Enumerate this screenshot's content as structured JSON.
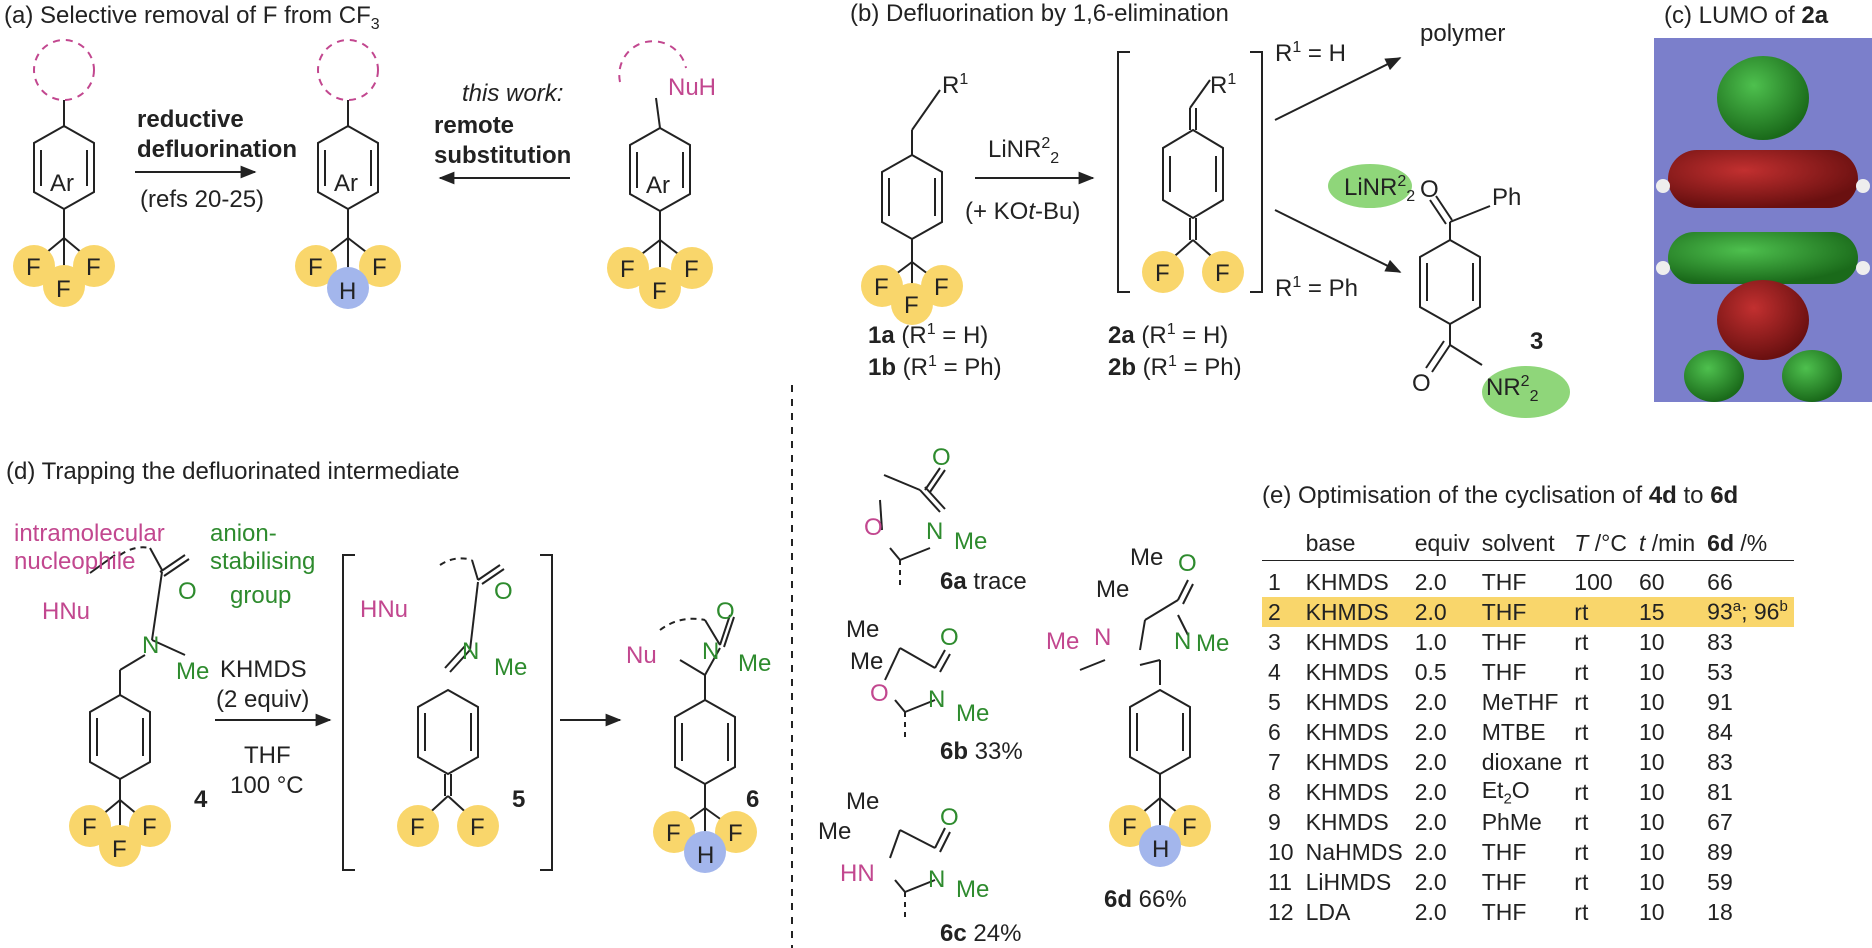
{
  "panels": {
    "a_title": "(a) Selective removal of F from CF",
    "a_title_sub": "3",
    "b_title": "(b) Defluorination by 1,6-elimination",
    "c_title": "(c) LUMO of ",
    "c_title_bold": "2a",
    "d_title": "(d) Trapping the defluorinated intermediate",
    "e_title": "(e) Optimisation of the cyclisation of ",
    "e_4d": "4d",
    "e_to": " to ",
    "e_6d": "6d"
  },
  "panel_a": {
    "ar": "Ar",
    "reductive": "reductive",
    "defluorination": "defluorination",
    "refs": "(refs 20-25)",
    "this_work": "this work:",
    "remote": "remote",
    "substitution": "substitution",
    "nuh": "NuH",
    "f": "F",
    "h": "H"
  },
  "panel_b": {
    "r1": "R",
    "sup1": "1",
    "reagent_main": "LiNR",
    "reagent_sup": "2",
    "reagent_sub": "2",
    "additive_pre": "(+ KO",
    "additive_it": "t",
    "additive_post": "-Bu)",
    "r1_h": " = H",
    "r1_ph": " = Ph",
    "polymer": "polymer",
    "ph": "Ph",
    "o": "O",
    "nr": "NR",
    "label_1a": "1a",
    "label_1b": "1b",
    "label_2a": "2a",
    "label_2b": "2b",
    "label_3": "3",
    "paren_h": " (R",
    "paren_h_end": " = H)",
    "paren_ph_end": " = Ph)"
  },
  "panel_d": {
    "intramolecular": "intramolecular",
    "nucleophile": "nucleophile",
    "anion": "anion-",
    "stabilising": "stabilising",
    "group": "group",
    "hnu": "HNu",
    "nu": "Nu",
    "n": "N",
    "me": "Me",
    "o": "O",
    "khmds": "KHMDS",
    "equiv2": "(2 equiv)",
    "thf": "THF",
    "temp": "100 °C",
    "label_4": "4",
    "label_5": "5",
    "label_6": "6"
  },
  "products": {
    "o": "O",
    "n": "N",
    "me": "Me",
    "hn": "HN",
    "6a_label": "6a",
    "6a_yield": " trace",
    "6b_label": "6b",
    "6b_yield": " 33%",
    "6c_label": "6c",
    "6c_yield": " 24%",
    "6d_label": "6d",
    "6d_yield": " 66%"
  },
  "table": {
    "headers": {
      "base": "base",
      "equiv": "equiv",
      "solvent": "solvent",
      "T_it": "T",
      "T_unit": " /°C",
      "t_it": "t",
      "t_unit": " /min",
      "yield_bold": "6d",
      "yield_unit": " /%"
    },
    "rows": [
      {
        "n": "1",
        "base": "KHMDS",
        "equiv": "2.0",
        "solvent": "THF",
        "T": "100",
        "t": "60",
        "y": "66"
      },
      {
        "n": "2",
        "base": "KHMDS",
        "equiv": "2.0",
        "solvent": "THF",
        "T": "rt",
        "t": "15",
        "y": "93",
        "ya": "a",
        "y2": "; 96",
        "yb": "b"
      },
      {
        "n": "3",
        "base": "KHMDS",
        "equiv": "1.0",
        "solvent": "THF",
        "T": "rt",
        "t": "10",
        "y": "83"
      },
      {
        "n": "4",
        "base": "KHMDS",
        "equiv": "0.5",
        "solvent": "THF",
        "T": "rt",
        "t": "10",
        "y": "53"
      },
      {
        "n": "5",
        "base": "KHMDS",
        "equiv": "2.0",
        "solvent": "MeTHF",
        "T": "rt",
        "t": "10",
        "y": "91"
      },
      {
        "n": "6",
        "base": "KHMDS",
        "equiv": "2.0",
        "solvent": "MTBE",
        "T": "rt",
        "t": "10",
        "y": "84"
      },
      {
        "n": "7",
        "base": "KHMDS",
        "equiv": "2.0",
        "solvent": "dioxane",
        "T": "rt",
        "t": "10",
        "y": "83"
      },
      {
        "n": "8",
        "base": "KHMDS",
        "equiv": "2.0",
        "solvent": "Et",
        "solvent_sub": "2",
        "solvent_post": "O",
        "T": "rt",
        "t": "10",
        "y": "81"
      },
      {
        "n": "9",
        "base": "KHMDS",
        "equiv": "2.0",
        "solvent": "PhMe",
        "T": "rt",
        "t": "10",
        "y": "67"
      },
      {
        "n": "10",
        "base": "NaHMDS",
        "equiv": "2.0",
        "solvent": "THF",
        "T": "rt",
        "t": "10",
        "y": "89"
      },
      {
        "n": "11",
        "base": "LiHMDS",
        "equiv": "2.0",
        "solvent": "THF",
        "T": "rt",
        "t": "10",
        "y": "59"
      },
      {
        "n": "12",
        "base": "LDA",
        "equiv": "2.0",
        "solvent": "THF",
        "T": "rt",
        "t": "10",
        "y": "18"
      }
    ]
  },
  "colors": {
    "fluorine": "#f9d66b",
    "hydrogen": "#a3b6ec",
    "nucleophile": "#c2478f",
    "stabilising": "#2e8b2e",
    "reagent_bg": "#8fd67a",
    "lumo_bg": "#7b7fcb",
    "highlight": "#f9d66b"
  }
}
